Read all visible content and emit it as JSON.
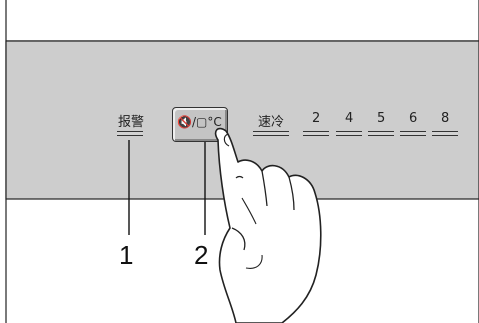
{
  "panel": {
    "alarm_label": "报警",
    "button_label": "🔇/▢°C",
    "quickcool_label": "速冷",
    "levels": [
      "2",
      "4",
      "5",
      "6",
      "8"
    ]
  },
  "callouts": [
    "1",
    "2"
  ],
  "colors": {
    "panel": "#cdcdcd",
    "outline": "#222222",
    "button": "#c4c4c4"
  }
}
